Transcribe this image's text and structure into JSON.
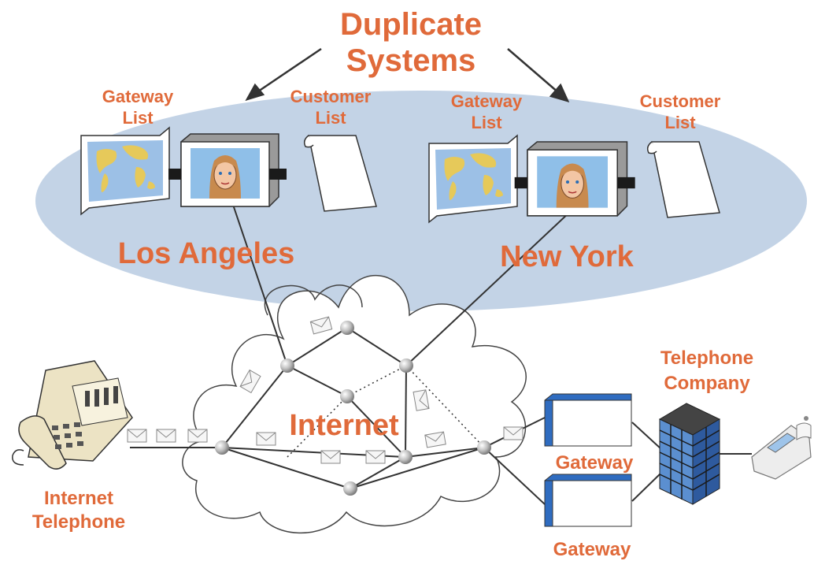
{
  "title": {
    "line1": "Duplicate",
    "line2": "Systems"
  },
  "sites": [
    {
      "city": "Los Angeles",
      "gateway_list": [
        "Gateway",
        "List"
      ],
      "customer_list": [
        "Customer",
        "List"
      ]
    },
    {
      "city": "New York",
      "gateway_list": [
        "Gateway",
        "List"
      ],
      "customer_list": [
        "Customer",
        "List"
      ]
    }
  ],
  "network": {
    "label": "Internet"
  },
  "endpoints": {
    "internet_phone": [
      "Internet",
      "Telephone"
    ],
    "telephone_company": [
      "Telephone",
      "Company"
    ],
    "gateway_top": "Gateway",
    "gateway_bottom": "Gateway"
  },
  "colors": {
    "label": "#e06a3a",
    "ellipse": "#c3d3e6",
    "map_sea": "#9cc0e6",
    "map_land": "#e6c95a",
    "gateway_box": "#2f6cc0",
    "building": "#5b8fd0",
    "node": "#a9a9a9"
  },
  "icons": [
    "map-document-icon",
    "face-screen-icon",
    "blank-document-icon",
    "envelope-icon",
    "telephone-icon",
    "office-building-icon",
    "server-box-icon"
  ]
}
